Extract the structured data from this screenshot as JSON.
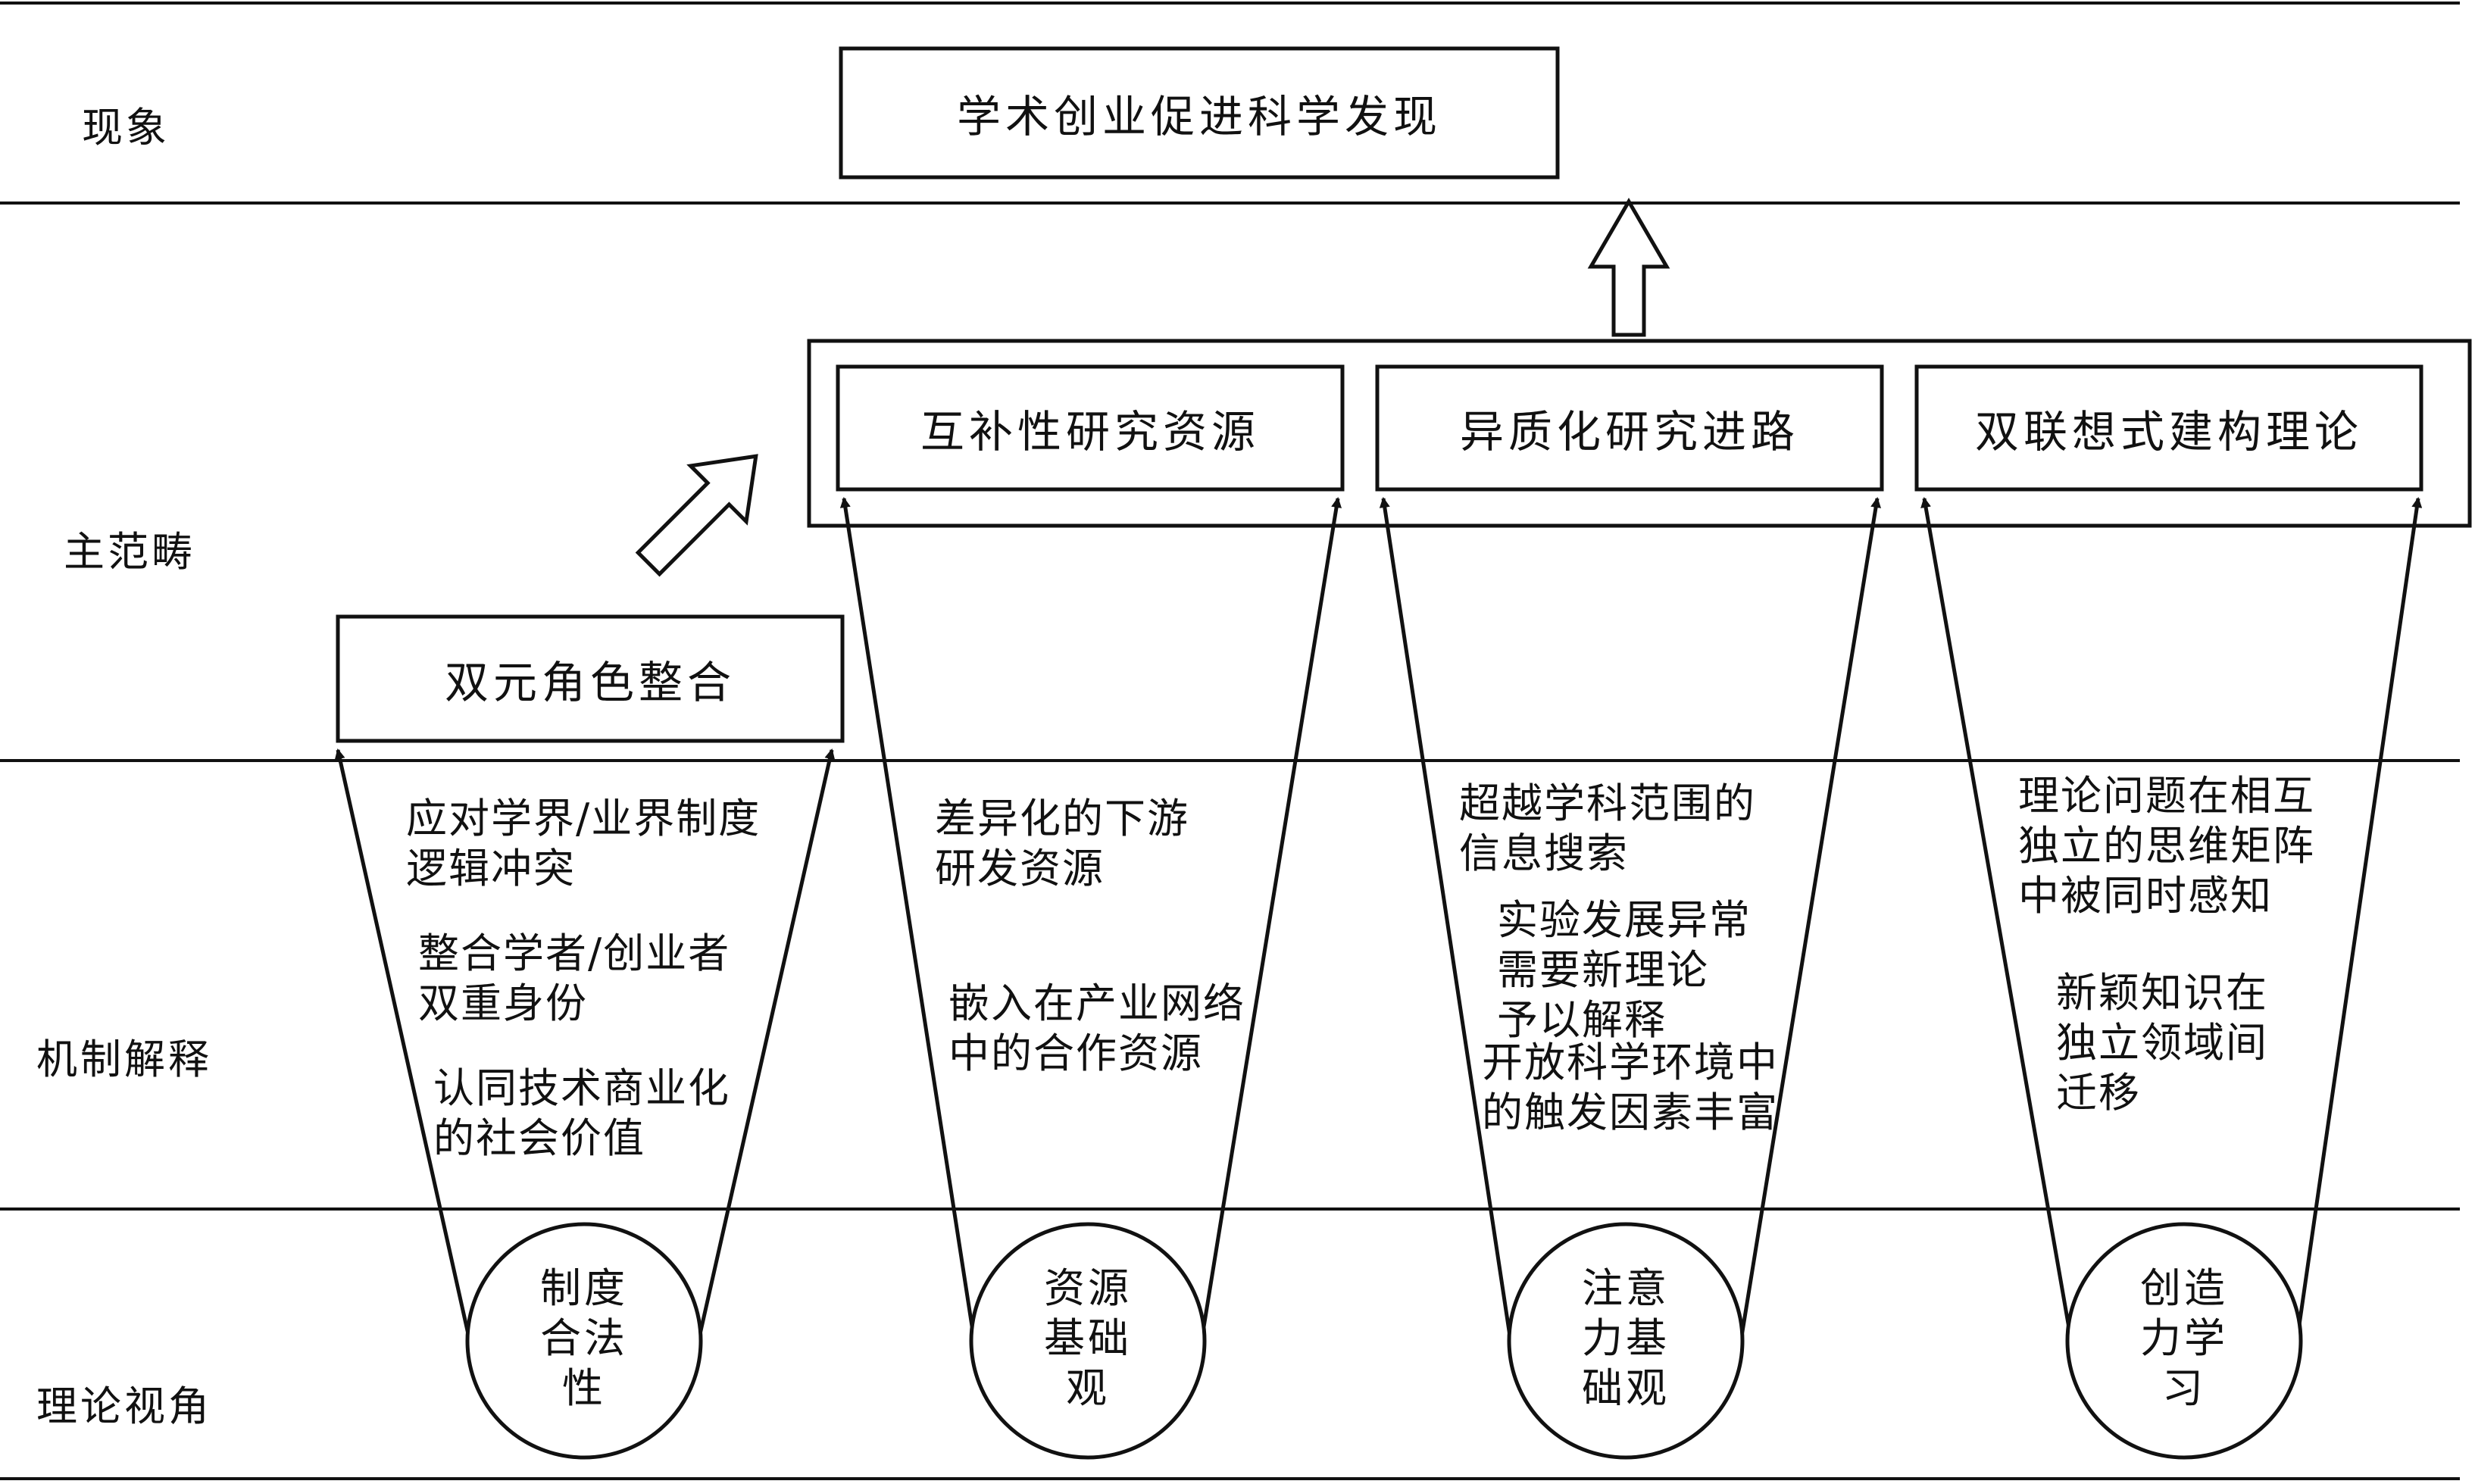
{
  "rows": {
    "phenomenon": "现象",
    "main_category": "主范畴",
    "mechanism": "机制解释",
    "theory": "理论视角"
  },
  "top_box": "学术创业促进科学发现",
  "dual_role_box": "双元角色整合",
  "main_boxes": [
    "互补性研究资源",
    "异质化研究进路",
    "双联想式建构理论"
  ],
  "mechanisms": {
    "col1": [
      "应对学界/业界制度\n逻辑冲突",
      "整合学者/创业者\n双重身份",
      "认同技术商业化\n的社会价值"
    ],
    "col2": [
      "差异化的下游\n研发资源",
      "嵌入在产业网络\n中的合作资源"
    ],
    "col3": [
      "超越学科范围的\n信息搜索",
      "实验发展异常\n需要新理论\n予以解释",
      "开放科学环境中\n的触发因素丰富"
    ],
    "col4": [
      "理论问题在相互\n独立的思维矩阵\n中被同时感知",
      "新颖知识在\n独立领域间\n迁移"
    ]
  },
  "theories": [
    "制度\n合法\n性",
    "资源\n基础\n观",
    "注意\n力基\n础观",
    "创造\n力学\n习"
  ]
}
